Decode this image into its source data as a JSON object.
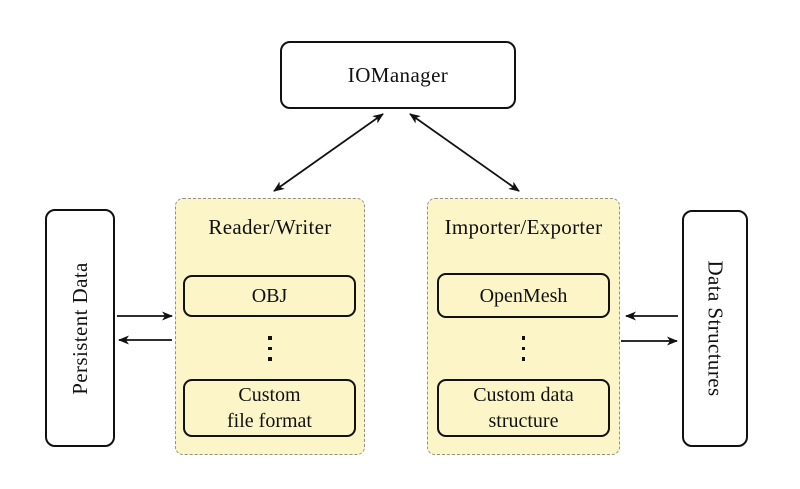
{
  "nodes": {
    "iomanager": "IOManager",
    "persistent_data": "Persistent Data",
    "data_structures": "Data Structures"
  },
  "groups": [
    {
      "title": "Reader/Writer",
      "top_box": "OBJ",
      "ellipsis": "vertical-dots",
      "bottom_box_lines": [
        "Custom",
        "file format"
      ]
    },
    {
      "title": "Importer/Exporter",
      "top_box": "OpenMesh",
      "ellipsis": "vertical-dots",
      "bottom_box_lines": [
        "Custom data",
        "structure"
      ]
    }
  ],
  "arrows": [
    {
      "name": "iomanager-readerwriter",
      "direction": "double"
    },
    {
      "name": "iomanager-importerexporter",
      "direction": "double"
    },
    {
      "name": "persistentdata-to-readerwriter",
      "direction": "right"
    },
    {
      "name": "readerwriter-to-persistentdata",
      "direction": "left"
    },
    {
      "name": "datastructures-to-importerexporter",
      "direction": "left"
    },
    {
      "name": "importerexporter-to-datastructures",
      "direction": "right"
    }
  ],
  "colors": {
    "group_background": "#FBF5C7",
    "group_border": "#909090",
    "box_border": "#111111",
    "arrow": "#111111",
    "page_background": "#FFFFFF"
  }
}
